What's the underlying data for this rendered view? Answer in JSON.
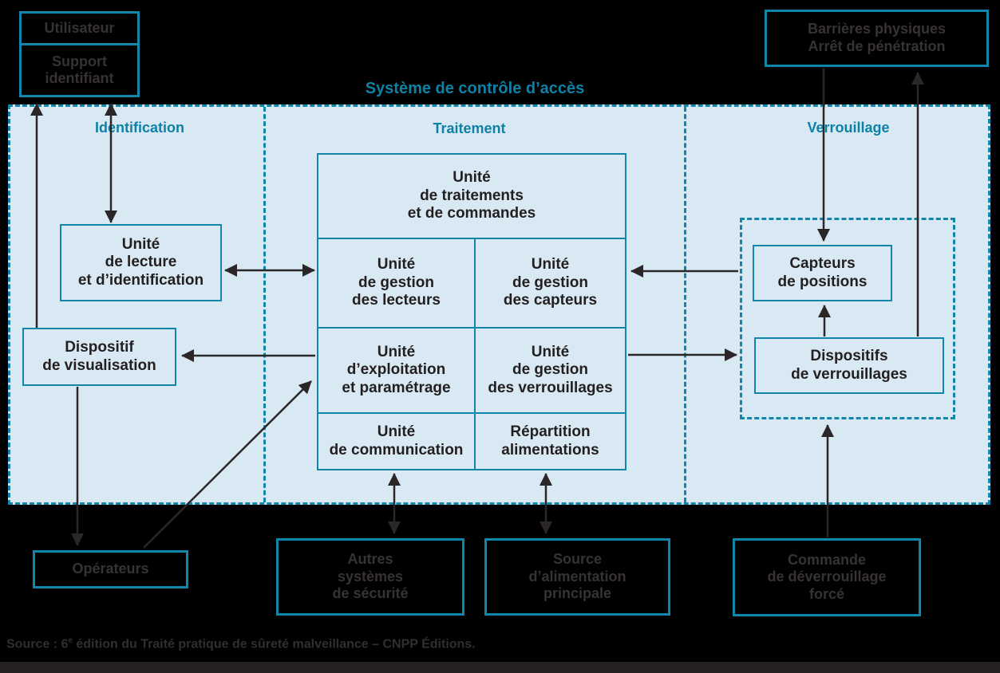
{
  "title": "Système de contrôle d’accès",
  "sections": {
    "identification": "Identification",
    "traitement": "Traitement",
    "verrouillage": "Verrouillage"
  },
  "nodes": {
    "utilisateur": "Utilisateur",
    "support_identifiant": "Support\nidentifiant",
    "barrieres_physiques": "Barrières physiques\nArrêt de pénétration",
    "unite_lecture": "Unité\nde lecture\net d’identification",
    "dispositif_visualisation": "Dispositif\nde visualisation",
    "unite_traitements": "Unité\nde traitements\net de commandes",
    "unite_gestion_lecteurs": "Unité\nde gestion\ndes lecteurs",
    "unite_gestion_capteurs": "Unité\nde gestion\ndes capteurs",
    "unite_exploitation": "Unité\nd’exploitation\net paramétrage",
    "unite_gestion_verrouillages": "Unité\nde gestion\ndes verrouillages",
    "unite_communication": "Unité\nde communication",
    "repartition_alimentations": "Répartition\nalimentations",
    "capteurs_positions": "Capteurs\nde positions",
    "dispositifs_verrouillages": "Dispositifs\nde verrouillages",
    "operateurs": "Opérateurs",
    "autres_systemes": "Autres\nsystèmes\nde sécurité",
    "source_alimentation": "Source\nd’alimentation\nprincipale",
    "commande_deverrouillage": "Commande\nde déverrouillage\nforcé"
  },
  "source_note": {
    "prefix": "Source : 6",
    "superscript": "e",
    "suffix": " édition du Traité pratique de sûreté malveillance – CNPP Éditions."
  },
  "colors": {
    "accent_teal": "#1185aa",
    "panel_fill": "#d9e9f3",
    "ink_dark": "#231f20",
    "outside_text": "#373233",
    "arrow": "#2b2627",
    "background": "#000000",
    "footer_bar": "#262223"
  }
}
